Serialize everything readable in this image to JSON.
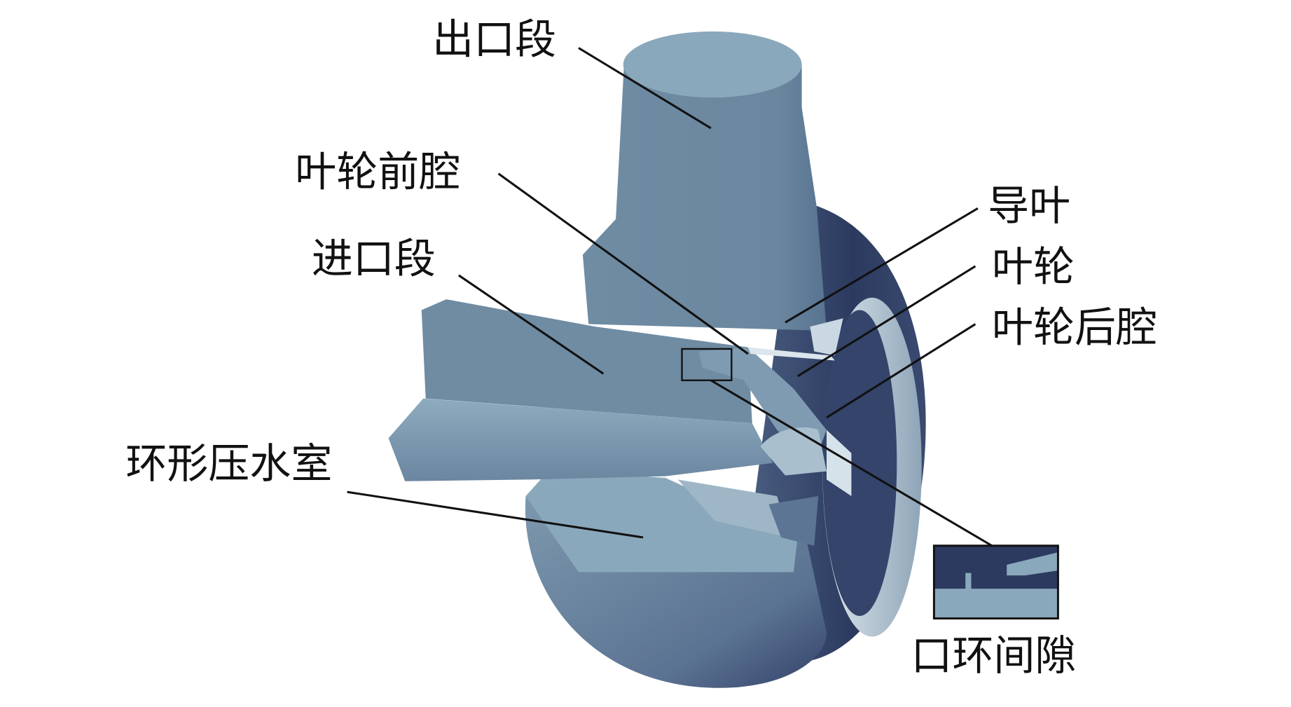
{
  "labels": {
    "outlet_section": "出口段",
    "impeller_front_chamber": "叶轮前腔",
    "inlet_section": "进口段",
    "annular_volute": "环形压水室",
    "guide_vane": "导叶",
    "impeller": "叶轮",
    "impeller_back_chamber": "叶轮后腔",
    "wear_ring_clearance": "口环间隙"
  },
  "colors": {
    "light": "#8aa8bb",
    "mid": "#6f8ca3",
    "dark": "#2c3a5f",
    "highlight": "#c9d8e2"
  }
}
